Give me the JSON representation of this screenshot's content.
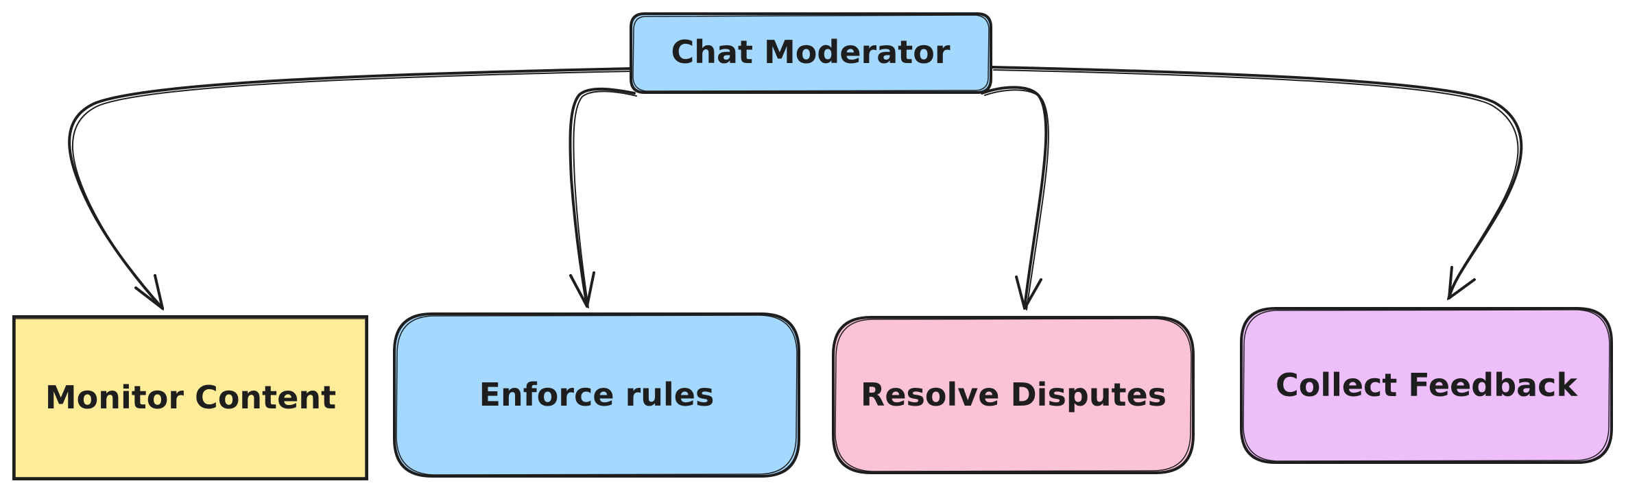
{
  "diagram": {
    "root": {
      "label": "Chat Moderator",
      "fill": "#a5d8ff"
    },
    "children": [
      {
        "label": "Monitor Content",
        "fill": "#ffec99"
      },
      {
        "label": "Enforce rules",
        "fill": "#a5d8ff"
      },
      {
        "label": "Resolve Disputes",
        "fill": "#fcc2d7"
      },
      {
        "label": "Collect Feedback",
        "fill": "#eebefa"
      }
    ],
    "stroke_color": "#1e1e1e"
  }
}
